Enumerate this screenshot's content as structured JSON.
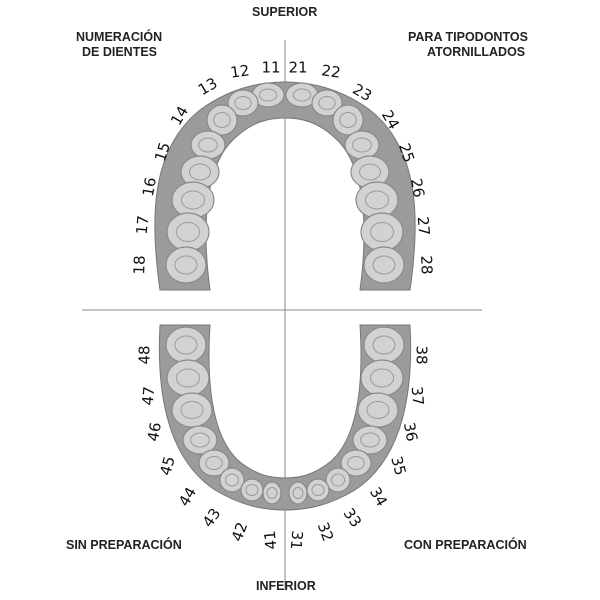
{
  "labels": {
    "superior": "SUPERIOR",
    "inferior": "INFERIOR",
    "numeracion_line1": "NUMERACIÓN",
    "numeracion_line2": "DE DIENTES",
    "tipodontos_line1": "PARA TIPODONTOS",
    "tipodontos_line2": "ATORNILLADOS",
    "sin_preparacion": "SIN PREPARACIÓN",
    "con_preparacion": "CON PREPARACIÓN"
  },
  "colors": {
    "tooth_fill": "#d2d2d2",
    "tooth_stroke": "#8a8a8a",
    "gum_arch": "#9b9b9b",
    "crosshair": "#888888",
    "text": "#222222"
  },
  "upper_right_teeth": [
    "11",
    "12",
    "13",
    "14",
    "15",
    "16",
    "17",
    "18"
  ],
  "upper_left_teeth": [
    "21",
    "22",
    "23",
    "24",
    "25",
    "26",
    "27",
    "28"
  ],
  "lower_left_teeth": [
    "31",
    "32",
    "33",
    "34",
    "35",
    "36",
    "37",
    "38"
  ],
  "lower_right_teeth": [
    "41",
    "42",
    "43",
    "44",
    "45",
    "46",
    "47",
    "48"
  ]
}
